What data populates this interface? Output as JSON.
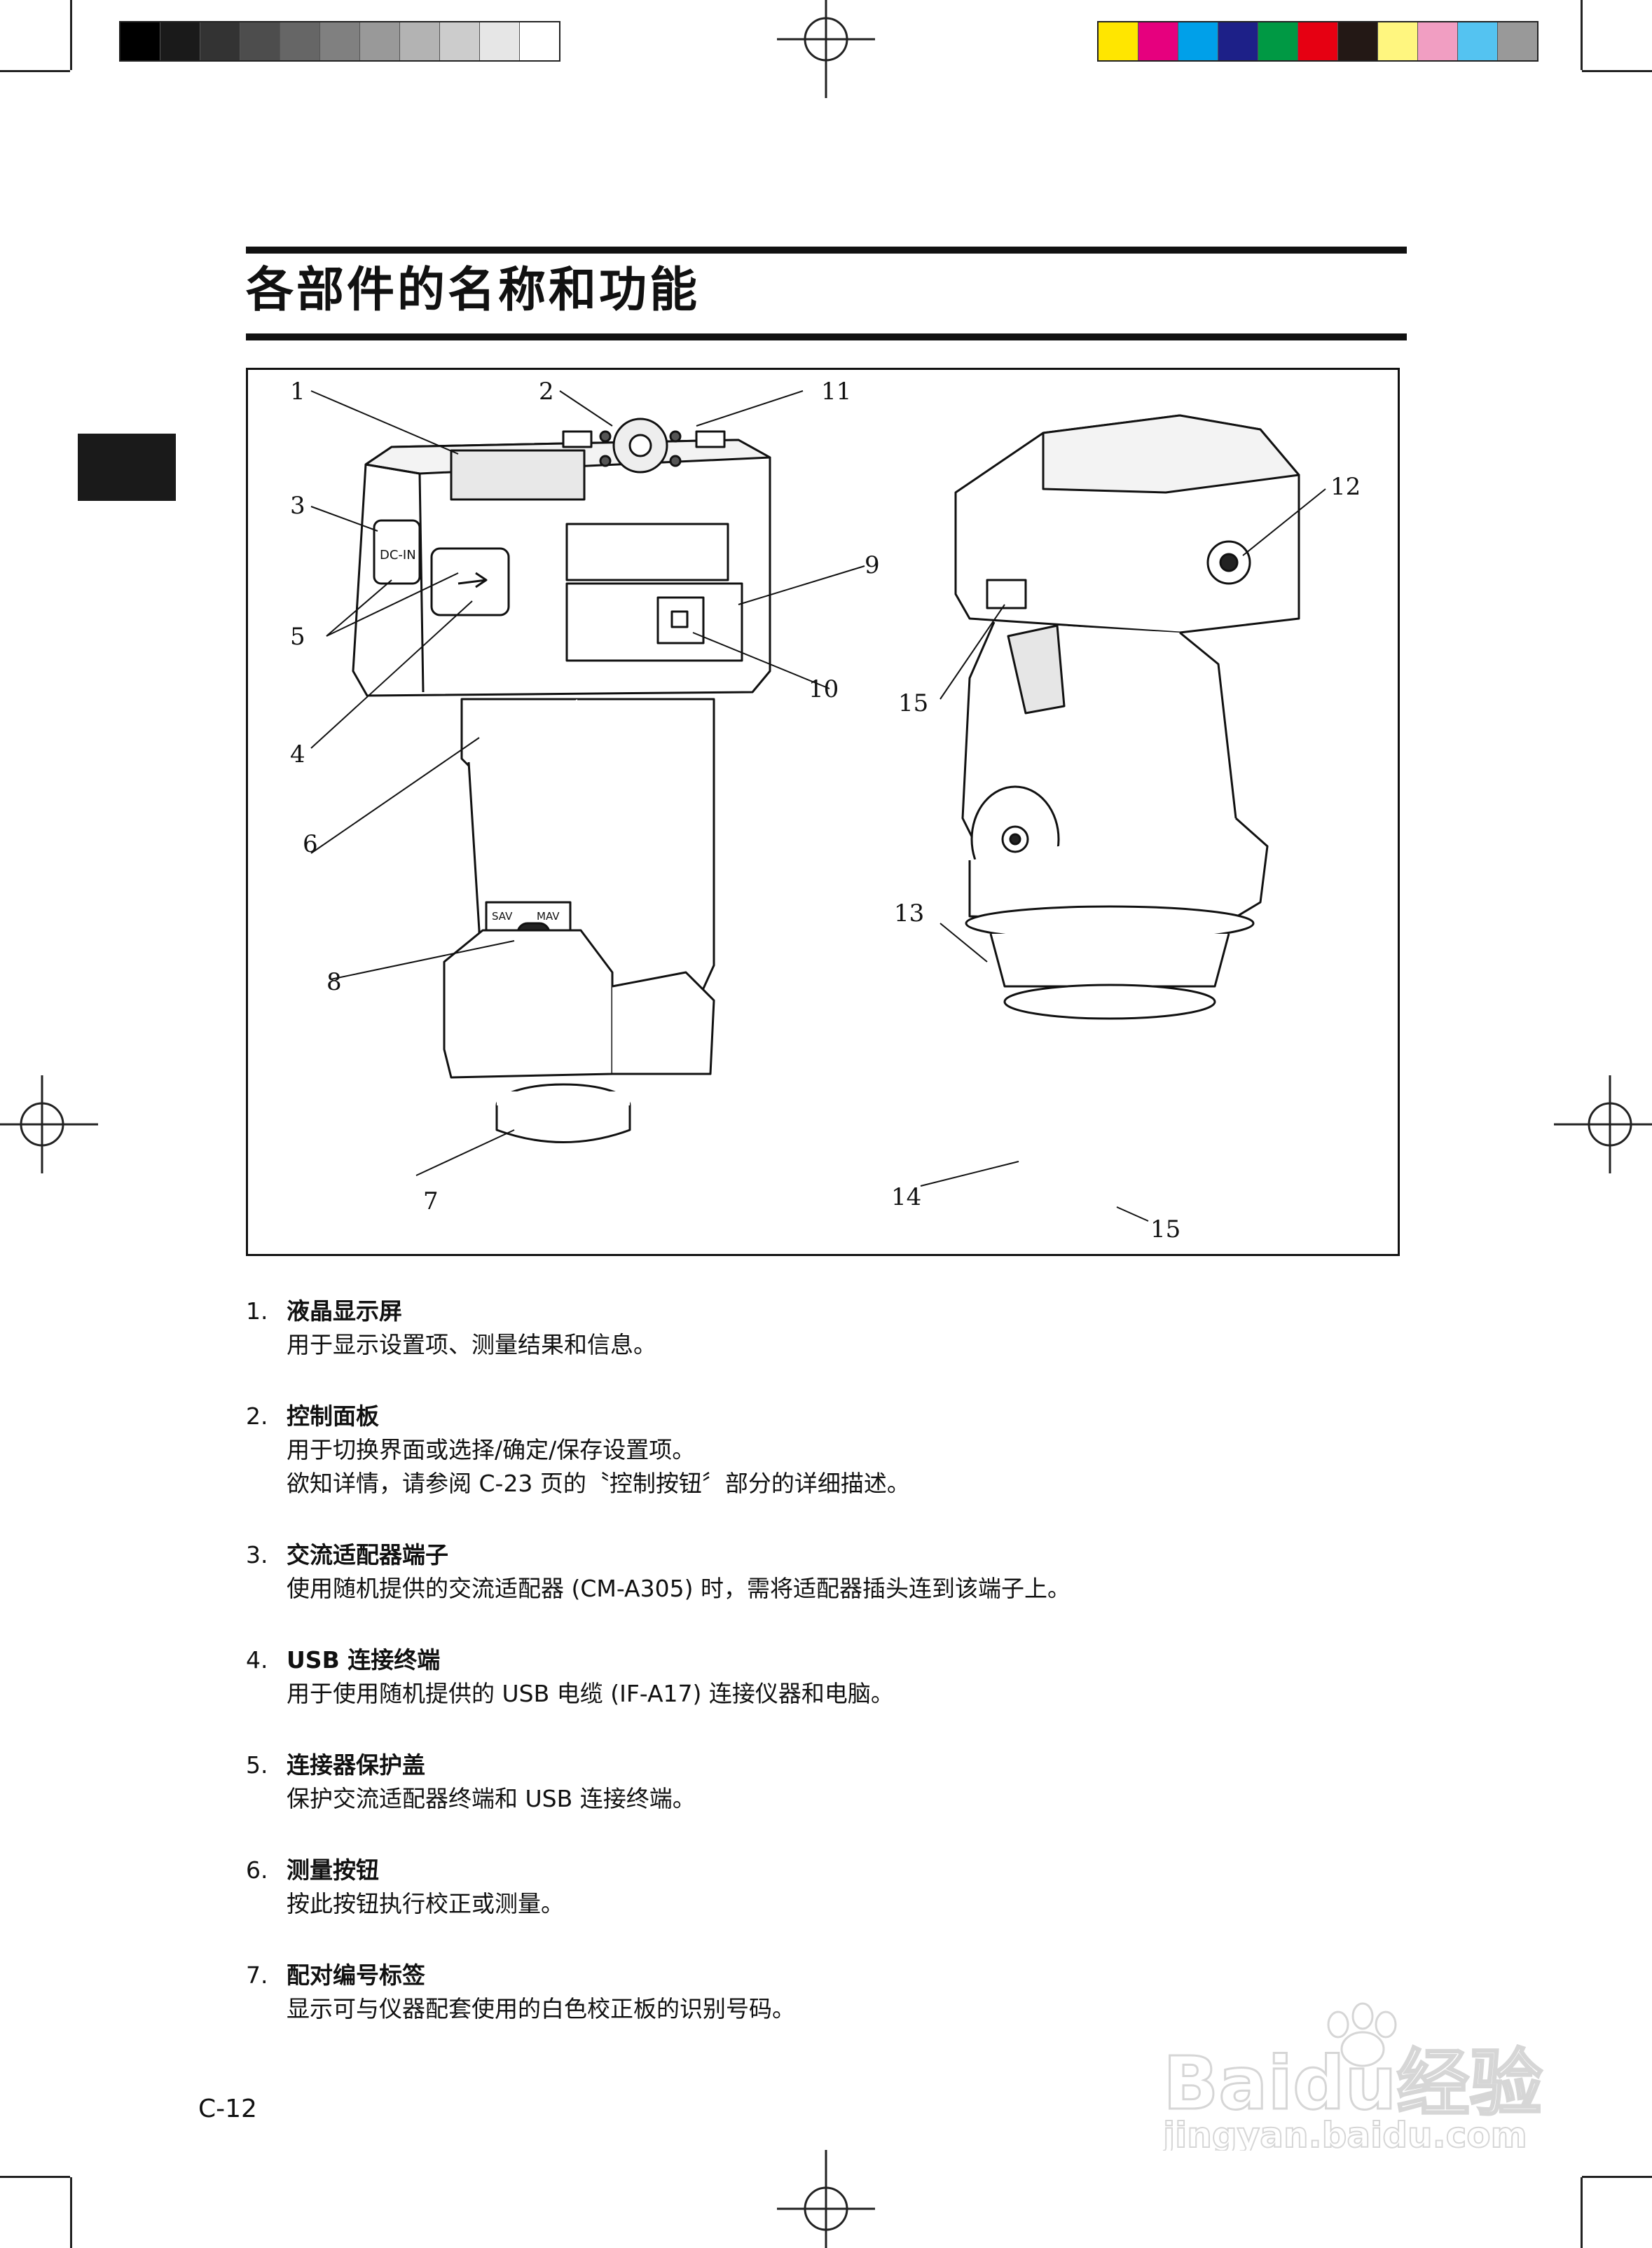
{
  "title": "各部件的名称和功能",
  "colors": {
    "grayscale_bar": [
      "#000000",
      "#1a1a1a",
      "#333333",
      "#4d4d4d",
      "#666666",
      "#808080",
      "#999999",
      "#b3b3b3",
      "#cccccc",
      "#e6e6e6",
      "#ffffff"
    ],
    "color_bar": [
      "#ffe600",
      "#e6007e",
      "#00a0e9",
      "#1d2088",
      "#009944",
      "#e60012",
      "#231815",
      "#fff67f",
      "#f19ec2",
      "#54c3f1",
      "#999999"
    ]
  },
  "figure": {
    "callouts": [
      "1",
      "2",
      "11",
      "3",
      "5",
      "4",
      "6",
      "9",
      "10",
      "8",
      "7",
      "12",
      "15",
      "13",
      "14",
      "15"
    ],
    "device_marks": {
      "dc_in": "DC-IN",
      "switch_left": "SAV",
      "switch_right": "MAV"
    }
  },
  "parts": [
    {
      "num": "1.",
      "name": "液晶显示屏",
      "desc": [
        "用于显示设置项、测量结果和信息。"
      ]
    },
    {
      "num": "2.",
      "name": "控制面板",
      "desc": [
        "用于切换界面或选择/确定/保存设置项。",
        "欲知详情，请参阅 C-23 页的〝控制按钮〞部分的详细描述。"
      ]
    },
    {
      "num": "3.",
      "name": "交流适配器端子",
      "desc": [
        "使用随机提供的交流适配器 (CM-A305) 时，需将适配器插头连到该端子上。"
      ]
    },
    {
      "num": "4.",
      "name": "USB 连接终端",
      "desc": [
        "用于使用随机提供的 USB 电缆 (IF-A17) 连接仪器和电脑。"
      ]
    },
    {
      "num": "5.",
      "name": "连接器保护盖",
      "desc": [
        "保护交流适配器终端和 USB 连接终端。"
      ]
    },
    {
      "num": "6.",
      "name": "测量按钮",
      "desc": [
        "按此按钮执行校正或测量。"
      ]
    },
    {
      "num": "7.",
      "name": "配对编号标签",
      "desc": [
        "显示可与仪器配套使用的白色校正板的识别号码。"
      ]
    }
  ],
  "page_number": "C-12",
  "watermark": {
    "brand": "Baidu经验",
    "url": "jingyan.baidu.com"
  }
}
